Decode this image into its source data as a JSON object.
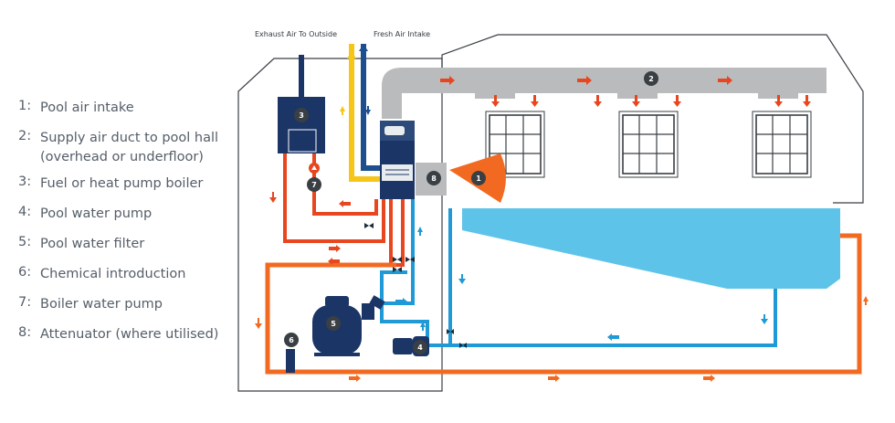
{
  "legend": [
    {
      "num": "1:",
      "text": "Pool air intake"
    },
    {
      "num": "2:",
      "text": "Supply air duct to pool hall",
      "text2": "(overhead or underfloor)"
    },
    {
      "num": "3:",
      "text": "Fuel or heat pump boiler"
    },
    {
      "num": "4:",
      "text": "Pool water pump"
    },
    {
      "num": "5:",
      "text": "Pool water filter"
    },
    {
      "num": "6:",
      "text": "Chemical introduction"
    },
    {
      "num": "7:",
      "text": "Boiler water pump"
    },
    {
      "num": "8:",
      "text": "Attenuator (where utilised)"
    }
  ],
  "labels": {
    "exhaust": "Exhaust Air To Outside",
    "fresh": "Fresh Air Intake"
  },
  "badges": [
    "1",
    "2",
    "3",
    "4",
    "5",
    "6",
    "7",
    "8"
  ],
  "colors": {
    "hot": "#e8461e",
    "warm": "#f26a21",
    "cold": "#1f9ad6",
    "pool": "#5ec3e8",
    "duct": "#b9bbbd",
    "exhaust": "#f5c518",
    "fresh": "#1d4e8f",
    "navy": "#1b3566",
    "dark": "#3a3f44"
  }
}
